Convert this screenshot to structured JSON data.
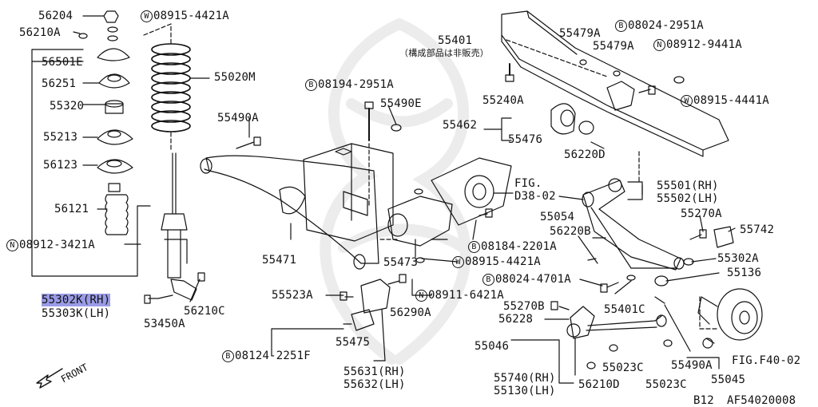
{
  "diagram_code": "AF54020008",
  "section": "B12",
  "front_label": "FRONT",
  "labels": {
    "p56204": "56204",
    "p56210A": "56210A",
    "w08915_4421A_top": "08915-4421A",
    "p56501E": "56501E",
    "p56251": "56251",
    "p55020M": "55020M",
    "p55320": "55320",
    "p55213": "55213",
    "p56123": "56123",
    "p56121": "56121",
    "n08912_3421A": "08912-3421A",
    "p55302K": "55302K(RH)",
    "p55303K": "55303K(LH)",
    "p53450A": "53450A",
    "p56210C": "56210C",
    "b08194_2951A": "08194-2951A",
    "p55490E": "55490E",
    "p55490A_left": "55490A",
    "p55471": "55471",
    "p55473": "55473",
    "p55523A": "55523A",
    "p56290A": "56290A",
    "n08911_6421A": "08911-6421A",
    "p55475": "55475",
    "b08124_2251F": "08124-2251F",
    "p55631": "55631(RH)",
    "p55632": "55632(LH)",
    "p55401": "55401",
    "not_sold_note": "（構成部品は非販売）",
    "p55479A_1": "55479A",
    "p55479A_2": "55479A",
    "b08024_2951A": "08024-2951A",
    "n08912_9441A": "08912-9441A",
    "w08915_4441A": "08915-4441A",
    "p55240A": "55240A",
    "p55462": "55462",
    "p55476": "55476",
    "p56220D": "56220D",
    "fig_d38_a": "FIG.",
    "fig_d38_b": "D38-02",
    "p55501": "55501(RH)",
    "p55502": "55502(LH)",
    "p55054": "55054",
    "p55270A": "55270A",
    "p56220B": "56220B",
    "b08184_2201A": "08184-2201A",
    "p55742": "55742",
    "w08915_4421A_mid": "08915-4421A",
    "p55302A": "55302A",
    "b08024_4701A": "08024-4701A",
    "p55136": "55136",
    "p55270B": "55270B",
    "p55401C": "55401C",
    "p56228": "56228",
    "p55046": "55046",
    "p55023C_1": "55023C",
    "p55490A_right": "55490A",
    "fig_f40": "FIG.F40-02",
    "p55740": "55740(RH)",
    "p55130": "55130(LH)",
    "p56210D": "56210D",
    "p55023C_2": "55023C",
    "p55045": "55045"
  }
}
